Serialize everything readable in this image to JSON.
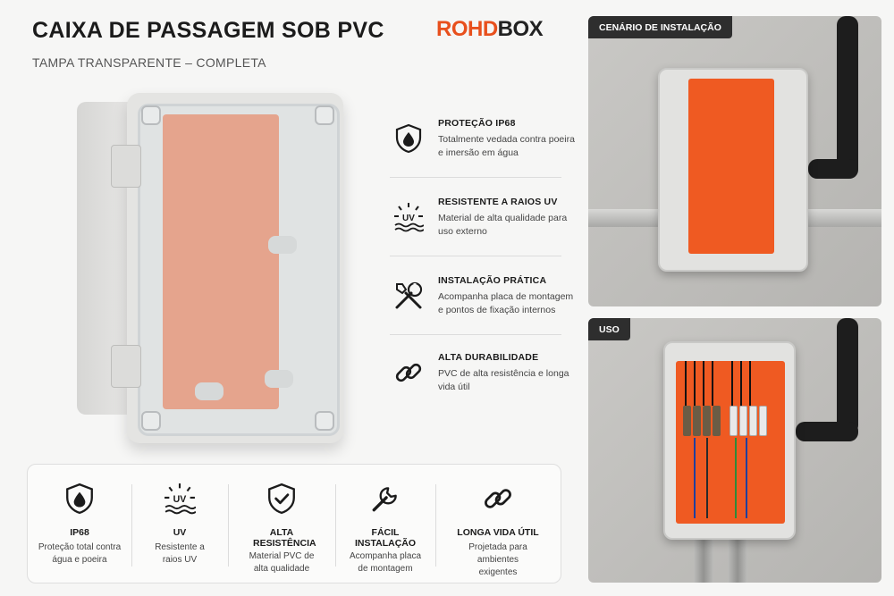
{
  "header": {
    "title": "CAIXA DE PASSAGEM SOB PVC",
    "subtitle": "TAMPA TRANSPARENTE – COMPLETA",
    "logo_part1": "ROHD",
    "logo_part2": "BOX"
  },
  "features": [
    {
      "icon": "shield-drop-icon",
      "title": "PROTEÇÃO IP68",
      "desc": "Totalmente vedada contra poeira e imersão em água"
    },
    {
      "icon": "uv-sun-icon",
      "title": "RESISTENTE A RAIOS UV",
      "desc": "Material de alta qualidade para uso externo"
    },
    {
      "icon": "tools-icon",
      "title": "INSTALAÇÃO PRÁTICA",
      "desc": "Acompanha placa de montagem e pontos de fixação internos"
    },
    {
      "icon": "chain-link-icon",
      "title": "ALTA DURABILIDADE",
      "desc": "PVC de alta resistência e longa vida útil"
    }
  ],
  "photos": {
    "installation_tag": "CENÁRIO DE INSTALAÇÃO",
    "usage_tag": "USO"
  },
  "bottom_bar": [
    {
      "icon": "shield-drop-icon",
      "title": "IP68",
      "desc": "Proteção total contra água e poeira"
    },
    {
      "icon": "uv-sun-icon",
      "title": "UV",
      "desc": "Resistente a raios UV"
    },
    {
      "icon": "shield-check-icon",
      "title": "ALTA RESISTÊNCIA",
      "desc": "Material PVC de alta qualidade"
    },
    {
      "icon": "wrench-icon",
      "title": "FÁCIL INSTALAÇÃO",
      "desc": "Acompanha placa de montagem"
    },
    {
      "icon": "chain-link-icon",
      "title": "LONGA VIDA ÚTIL",
      "desc": "Projetada para ambientes exigentes"
    }
  ],
  "colors": {
    "accent": "#e8501d",
    "plate": "#f05a24",
    "dark": "#1b1b1b"
  }
}
